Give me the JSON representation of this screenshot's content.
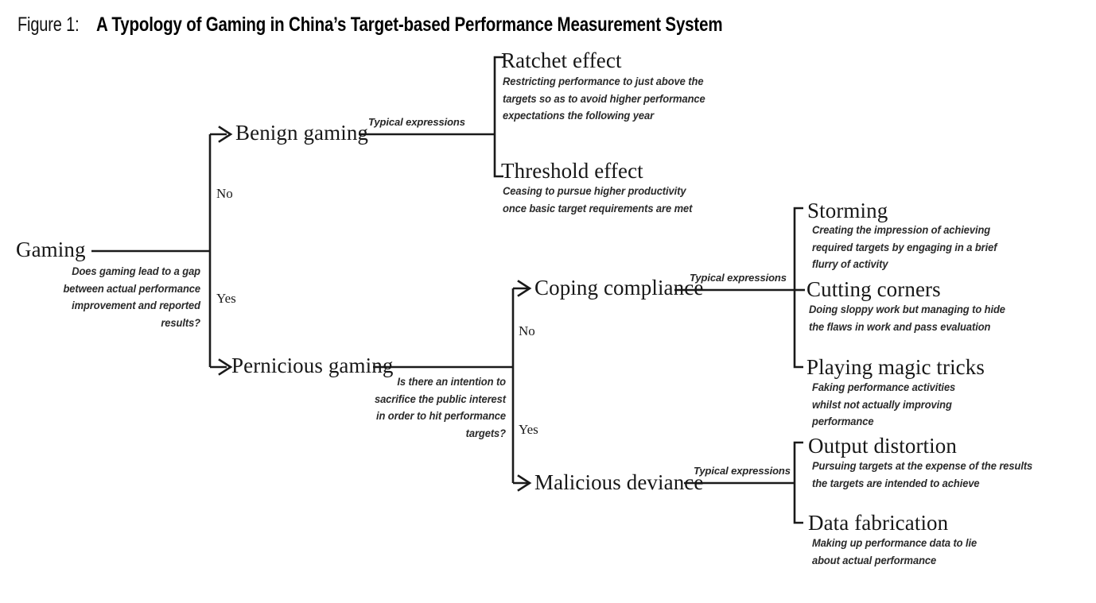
{
  "figure": {
    "label": "Figure 1:",
    "title": "A Typology of Gaming in China’s Target-based Performance Measurement System"
  },
  "diagram": {
    "type": "decision-tree",
    "root": {
      "title": "Gaming",
      "question": [
        "Does gaming lead to a gap",
        "between actual performance",
        "improvement and reported",
        "results?"
      ]
    },
    "branch_labels": {
      "level1_no": "No",
      "level1_yes": "Yes",
      "level2_no": "No",
      "level2_yes": "Yes"
    },
    "connector_label": "Typical expressions",
    "nodes": {
      "benign_gaming": {
        "title": "Benign gaming"
      },
      "pernicious_gaming": {
        "title": "Pernicious gaming",
        "question": [
          "Is there an intention to",
          "sacrifice the public interest",
          "in order to hit performance",
          "targets?"
        ]
      },
      "coping_compliance": {
        "title": "Coping compliance"
      },
      "malicious_deviance": {
        "title": "Malicious deviance"
      }
    },
    "expressions": {
      "ratchet_effect": {
        "title": "Ratchet effect",
        "description": [
          "Restricting performance to just above the",
          "targets so as to avoid higher performance",
          "expectations the following year"
        ]
      },
      "threshold_effect": {
        "title": "Threshold effect",
        "description": [
          "Ceasing to pursue higher productivity",
          "once basic target requirements are met"
        ]
      },
      "storming": {
        "title": "Storming",
        "description": [
          "Creating the impression of achieving",
          "required targets by engaging in a brief",
          "flurry of activity"
        ]
      },
      "cutting_corners": {
        "title": "Cutting corners",
        "description": [
          "Doing sloppy work but managing to hide",
          "the flaws in work and pass evaluation"
        ]
      },
      "playing_magic_tricks": {
        "title": "Playing magic tricks",
        "description": [
          "Faking performance activities",
          "whilst not actually improving",
          "performance"
        ]
      },
      "output_distortion": {
        "title": "Output distortion",
        "description": [
          "Pursuing targets at the expense of the results",
          "the targets are intended to achieve"
        ]
      },
      "data_fabrication": {
        "title": "Data fabrication",
        "description": [
          "Making up performance data to lie",
          "about actual performance"
        ]
      }
    },
    "colors": {
      "line": "#1a1a1a",
      "text": "#171717",
      "background": "#ffffff"
    }
  }
}
